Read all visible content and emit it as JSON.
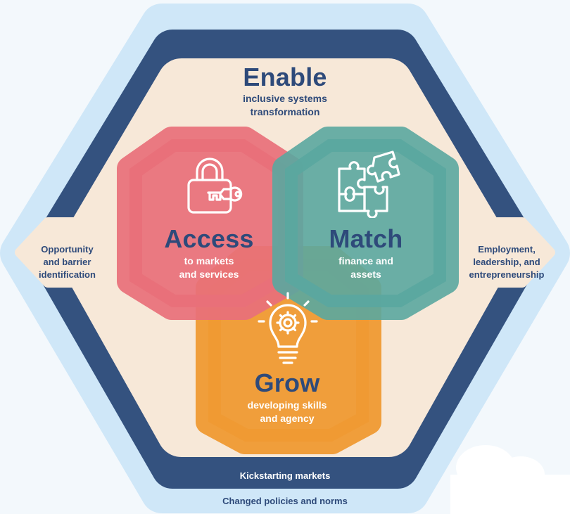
{
  "enable": {
    "title": "Enable",
    "subtitle_line1": "inclusive systems",
    "subtitle_line2": "transformation"
  },
  "access": {
    "title": "Access",
    "subtitle_line1": "to markets",
    "subtitle_line2": "and services",
    "icon": "padlock-key-icon"
  },
  "match": {
    "title": "Match",
    "subtitle_line1": "finance and",
    "subtitle_line2": "assets",
    "icon": "puzzle-icon"
  },
  "grow": {
    "title": "Grow",
    "subtitle_line1": "developing skills",
    "subtitle_line2": "and agency",
    "icon": "lightbulb-gear-icon"
  },
  "left_tab": {
    "line1": "Opportunity",
    "line2": "and barrier",
    "line3": "identification"
  },
  "right_tab": {
    "line1": "Employment,",
    "line2": "leadership, and",
    "line3": "entrepreneurship"
  },
  "dark_band_label": "Kickstarting markets",
  "outer_band_label": "Changed policies and norms",
  "colors": {
    "outer_band": "#cfe7f8",
    "dark_band": "#34527f",
    "inner_fill": "#f7e8d8",
    "access": "#e8707a",
    "match": "#5aa7a0",
    "grow": "#ef9a33",
    "title_text": "#2e4a7a"
  }
}
